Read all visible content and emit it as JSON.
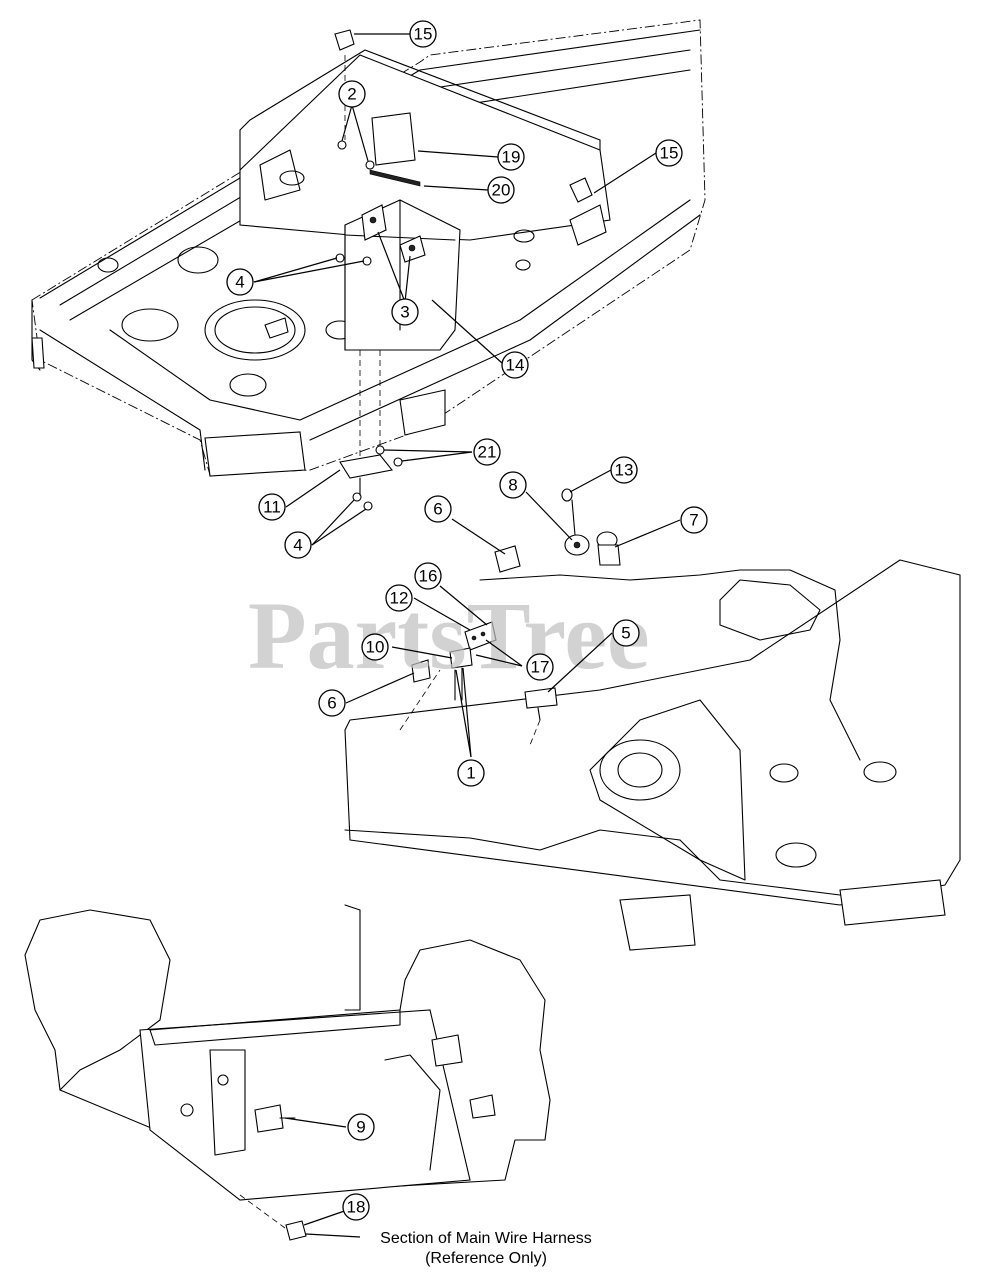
{
  "watermark": "PartsTree",
  "callouts": [
    {
      "id": "c15a",
      "label": "15"
    },
    {
      "id": "c2",
      "label": "2"
    },
    {
      "id": "c19",
      "label": "19"
    },
    {
      "id": "c20",
      "label": "20"
    },
    {
      "id": "c15b",
      "label": "15"
    },
    {
      "id": "c4a",
      "label": "4"
    },
    {
      "id": "c3",
      "label": "3"
    },
    {
      "id": "c14",
      "label": "14"
    },
    {
      "id": "c21",
      "label": "21"
    },
    {
      "id": "c11",
      "label": "11"
    },
    {
      "id": "c4b",
      "label": "4"
    },
    {
      "id": "c13",
      "label": "13"
    },
    {
      "id": "c8",
      "label": "8"
    },
    {
      "id": "c7",
      "label": "7"
    },
    {
      "id": "c6a",
      "label": "6"
    },
    {
      "id": "c16",
      "label": "16"
    },
    {
      "id": "c12",
      "label": "12"
    },
    {
      "id": "c5",
      "label": "5"
    },
    {
      "id": "c10",
      "label": "10"
    },
    {
      "id": "c17",
      "label": "17"
    },
    {
      "id": "c6b",
      "label": "6"
    },
    {
      "id": "c1",
      "label": "1"
    },
    {
      "id": "c9",
      "label": "9"
    },
    {
      "id": "c18",
      "label": "18"
    }
  ],
  "note": {
    "line1": "Section of Main Wire Harness",
    "line2": "(Reference Only)"
  }
}
